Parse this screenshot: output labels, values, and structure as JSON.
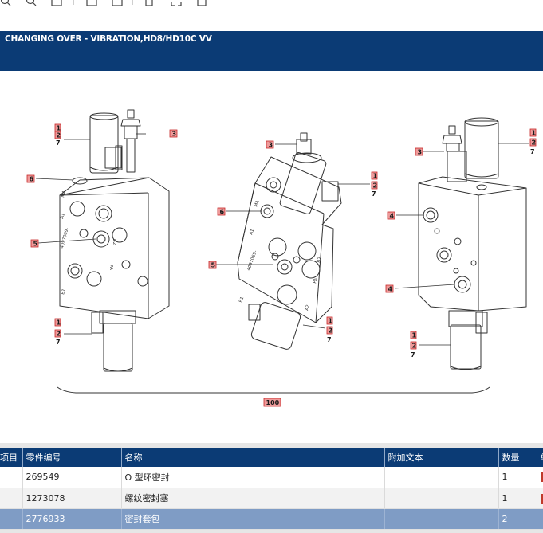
{
  "header": {
    "title": "CHANGING OVER - VIBRATION,HD8/HD10C VV"
  },
  "drawing": {
    "callouts": [
      "1",
      "2",
      "7",
      "3",
      "6",
      "5",
      "4",
      "100"
    ],
    "port_labels": [
      "MA",
      "A1",
      "B1",
      "B2",
      "PA",
      "A2",
      "4097069-"
    ]
  },
  "table": {
    "columns": [
      "项目",
      "零件编号",
      "名称",
      "附加文本",
      "数量",
      "单"
    ],
    "rows": [
      {
        "item": "",
        "part": "269549",
        "name": "O 型环密封",
        "extra": "",
        "qty": "1",
        "unit": ""
      },
      {
        "item": "",
        "part": "1273078",
        "name": "螺纹密封塞",
        "extra": "",
        "qty": "1",
        "unit": ""
      },
      {
        "item": "",
        "part": "2776933",
        "name": "密封套包",
        "extra": "",
        "qty": "2",
        "unit": ""
      }
    ]
  }
}
